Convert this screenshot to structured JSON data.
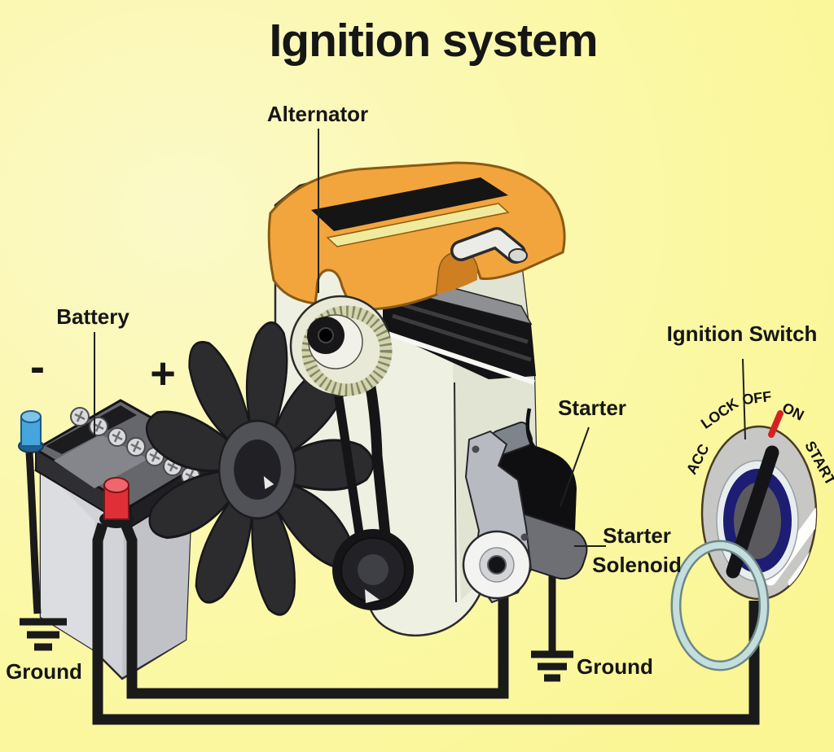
{
  "title": "Ignition system",
  "labels": {
    "alternator": "Alternator",
    "battery": "Battery",
    "negative": "-",
    "positive": "+",
    "ground_left": "Ground",
    "starter": "Starter",
    "solenoid_line1": "Starter",
    "solenoid_line2": "Solenoid",
    "ground_center": "Ground",
    "ignition_switch": "Ignition Switch"
  },
  "ignition_switch_positions": [
    "ACC",
    "LOCK",
    "OFF",
    "ON",
    "START"
  ],
  "colors": {
    "background_yellow": "#fcf9a0",
    "valve_cover_orange": "#f2a53d",
    "engine_cream": "#eef0e2",
    "battery_body_gray": "#d2d3d9",
    "battery_negative_terminal_blue": "#45a6de",
    "battery_positive_terminal_red": "#df3038",
    "ignition_indicator_red": "#d42222",
    "switch_ring_navy": "#1d1d74",
    "keyring_teal": "#c3dedd",
    "wire_black": "#1a1a1a"
  }
}
